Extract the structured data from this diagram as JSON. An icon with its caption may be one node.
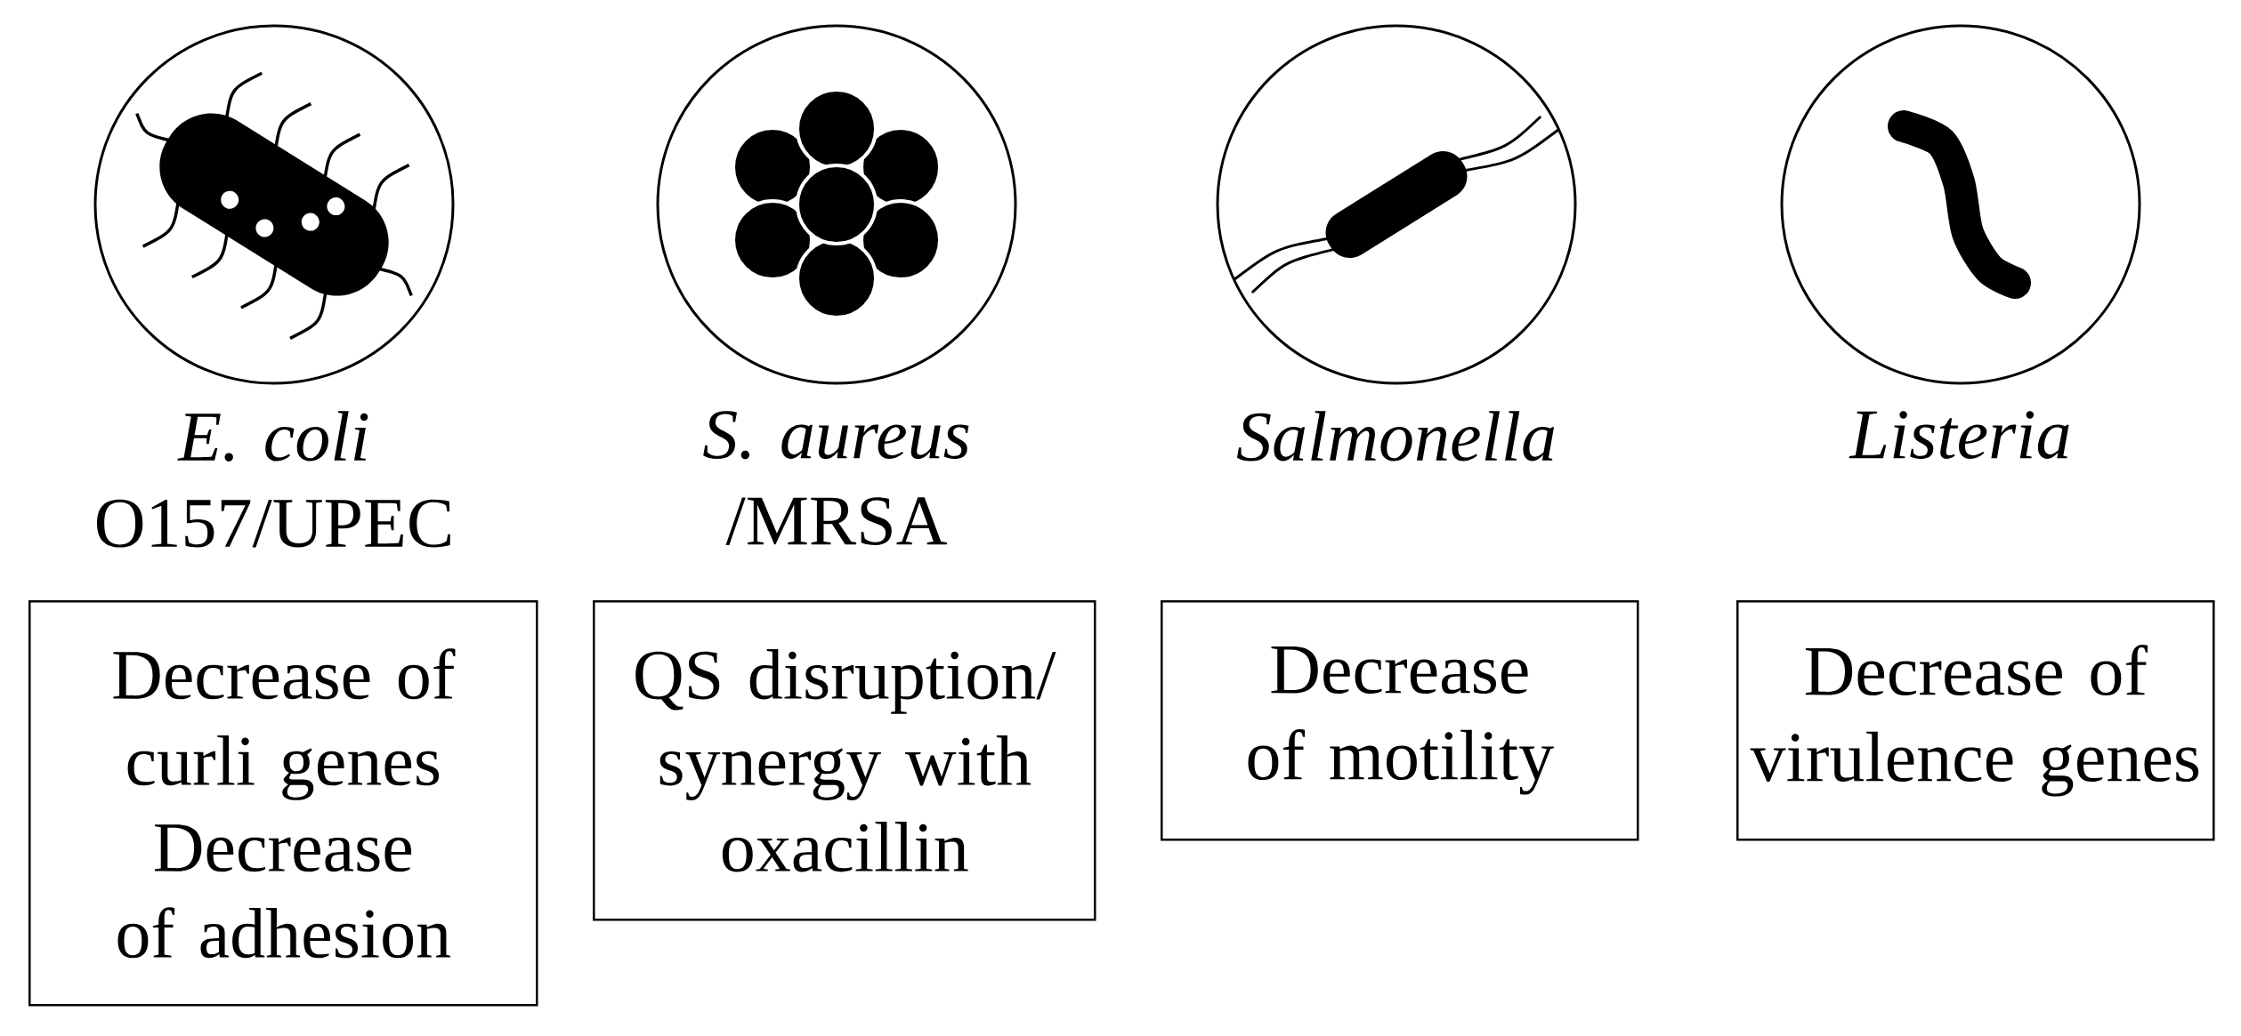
{
  "diagram": {
    "nodes": [
      {
        "text": [],
        "shape": "circle",
        "beside": [
          "*E. coli* O157/UPEC"
        ]
      },
      {
        "text": [],
        "shape": "circle",
        "beside": [
          "*S. aureus* /MRSA"
        ]
      },
      {
        "text": [],
        "shape": "circle",
        "beside": [
          "*Salmonella*"
        ]
      },
      {
        "text": [],
        "shape": "circle",
        "beside": [
          "*Listeria*"
        ]
      },
      {
        "text": [
          "Decrease of curli genes",
          "Decrease of adhesion"
        ]
      },
      {
        "text": [
          "QS disruption/ synergy with oxacillin"
        ]
      },
      {
        "text": [
          "Decrease of motility"
        ]
      },
      {
        "text": [
          "Decrease of virulence genes"
        ]
      }
    ]
  }
}
